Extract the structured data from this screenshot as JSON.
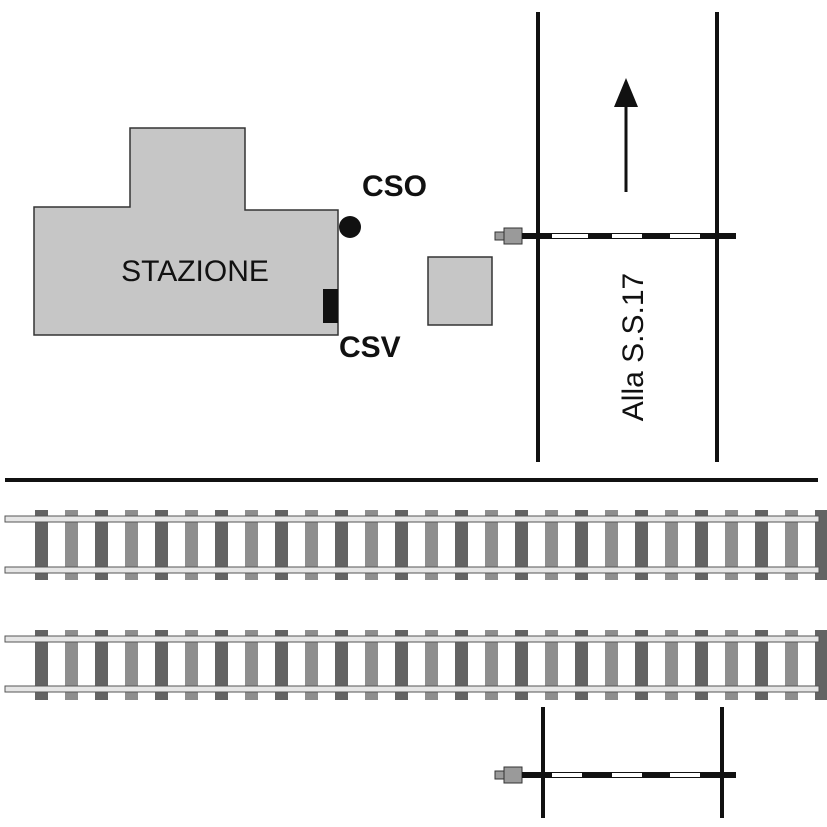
{
  "labels": {
    "station": "STAZIONE",
    "cso": "CSO",
    "csv": "CSV",
    "road": "Alla S.S.17"
  },
  "colors": {
    "building_fill": "#c6c6c6",
    "building_stroke": "#333333",
    "line": "#111111",
    "rail": "#e6e6e6",
    "rail_stroke": "#555555",
    "sleeper_dark": "#636363",
    "sleeper_light": "#8e8e8e",
    "barrier_light": "#ffffff",
    "barrier_box": "#9a9a9a"
  },
  "icons": {
    "cso_marker": "black-circle",
    "csv_marker": "black-rectangle",
    "direction": "arrow-up-icon",
    "barrier": "level-crossing-barrier-icon"
  },
  "tracks": {
    "count": 2,
    "sleepers_per_track": 27
  }
}
